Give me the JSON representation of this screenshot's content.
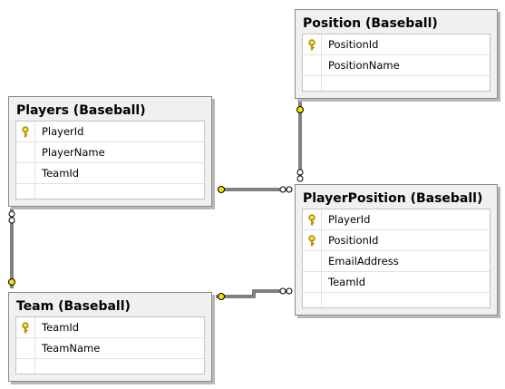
{
  "tables": {
    "position": {
      "title": "Position (Baseball)",
      "columns": [
        {
          "name": "PositionId",
          "key": true
        },
        {
          "name": "PositionName",
          "key": false
        }
      ]
    },
    "players": {
      "title": "Players (Baseball)",
      "columns": [
        {
          "name": "PlayerId",
          "key": true
        },
        {
          "name": "PlayerName",
          "key": false
        },
        {
          "name": "TeamId",
          "key": false
        }
      ]
    },
    "playerposition": {
      "title": "PlayerPosition (Baseball)",
      "columns": [
        {
          "name": "PlayerId",
          "key": true
        },
        {
          "name": "PositionId",
          "key": true
        },
        {
          "name": "EmailAddress",
          "key": false
        },
        {
          "name": "TeamId",
          "key": false
        }
      ]
    },
    "team": {
      "title": "Team (Baseball)",
      "columns": [
        {
          "name": "TeamId",
          "key": true
        },
        {
          "name": "TeamName",
          "key": false
        }
      ]
    }
  },
  "relationships": [
    {
      "from": "players",
      "to": "playerposition",
      "one_end": "players",
      "many_end": "playerposition"
    },
    {
      "from": "position",
      "to": "playerposition",
      "one_end": "position",
      "many_end": "playerposition"
    },
    {
      "from": "team",
      "to": "players",
      "one_end": "team",
      "many_end": "players"
    },
    {
      "from": "team",
      "to": "playerposition",
      "one_end": "team",
      "many_end": "playerposition"
    }
  ],
  "colors": {
    "key_icon": "#e8c400",
    "line": "#000000",
    "one_end_marker": "#f5e000"
  }
}
